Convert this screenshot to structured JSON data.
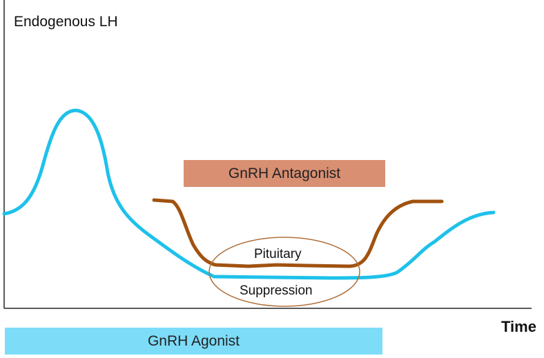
{
  "diagram": {
    "y_axis_label": "Endogenous LH",
    "x_axis_label": "Time",
    "antagonist_label": "GnRH Antagonist",
    "agonist_label": "GnRH Agonist",
    "suppression_top": "Pituitary",
    "suppression_bottom": "Suppression"
  },
  "colors": {
    "agonist_curve": "#1ec1ea",
    "antagonist_curve": "#a0520f",
    "antagonist_bar": "#d88f72",
    "agonist_bar": "#7ddcf8",
    "ellipse_stroke": "#b0703a",
    "axis": "#222222"
  }
}
